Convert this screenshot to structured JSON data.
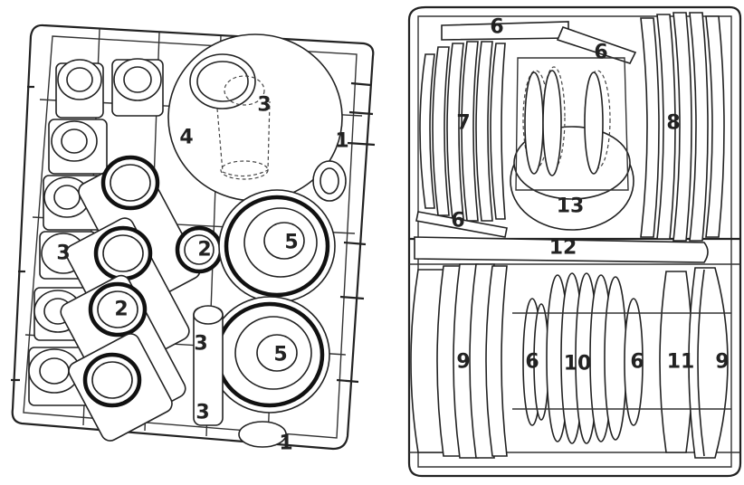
{
  "upper_basket": {
    "labels": [
      {
        "id": "label-4",
        "text": "4"
      },
      {
        "id": "label-3-glass",
        "text": "3"
      },
      {
        "id": "label-1-top",
        "text": "1"
      },
      {
        "id": "label-3-left",
        "text": "3"
      },
      {
        "id": "label-2-left",
        "text": "2"
      },
      {
        "id": "label-2-mid",
        "text": "2"
      },
      {
        "id": "label-5-top",
        "text": "5"
      },
      {
        "id": "label-5-bottom",
        "text": "5"
      },
      {
        "id": "label-3-lower-a",
        "text": "3"
      },
      {
        "id": "label-3-lower-b",
        "text": "3"
      },
      {
        "id": "label-1-bottom",
        "text": "1"
      }
    ]
  },
  "lower_basket": {
    "labels": [
      {
        "id": "label-6-top",
        "text": "6"
      },
      {
        "id": "label-6-top-right",
        "text": "6"
      },
      {
        "id": "label-7",
        "text": "7"
      },
      {
        "id": "label-8",
        "text": "8"
      },
      {
        "id": "label-13",
        "text": "13"
      },
      {
        "id": "label-6-left",
        "text": "6"
      },
      {
        "id": "label-12",
        "text": "12"
      },
      {
        "id": "label-9-left",
        "text": "9"
      },
      {
        "id": "label-6-small-left",
        "text": "6"
      },
      {
        "id": "label-10",
        "text": "10"
      },
      {
        "id": "label-6-small-right",
        "text": "6"
      },
      {
        "id": "label-11",
        "text": "11"
      },
      {
        "id": "label-9-right",
        "text": "9"
      }
    ]
  }
}
